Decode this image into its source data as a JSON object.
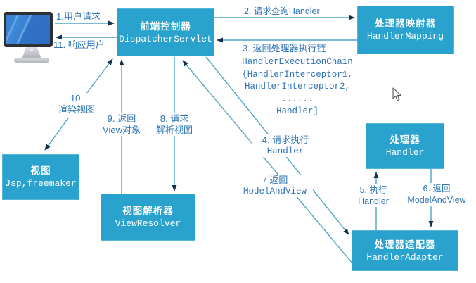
{
  "diagram_title": "Spring MVC DispatcherServlet request flow",
  "colors": {
    "node_fill": "#29A3CD",
    "node_text": "#FFFFFF",
    "line": "#4CA6C6",
    "arrowhead": "#14304D",
    "label_text": "#2E74B5",
    "background": "#FFFFFF",
    "monitor_screen": "#3B80D2"
  },
  "nodes": {
    "dispatcher": {
      "title": "前端控制器",
      "subtitle": "DispatcherServlet"
    },
    "handler_mapping": {
      "title": "处理器映射器",
      "subtitle": "HandlerMapping"
    },
    "handler": {
      "title": "处理器",
      "subtitle": "Handler"
    },
    "handler_adapter": {
      "title": "处理器适配器",
      "subtitle": "HandlerAdapter"
    },
    "view_resolver": {
      "title": "视图解析器",
      "subtitle": "ViewResolver"
    },
    "view": {
      "title": "视图",
      "subtitle": "Jsp,freemaker"
    }
  },
  "steps": {
    "s1": {
      "t1": "1.用户请求"
    },
    "s2": {
      "t1": "2. 请求查询Handler"
    },
    "s3": {
      "t1": "3. 返回处理器执行链",
      "t2": "HandlerExecutionChain",
      "t3": "{HandlerInterceptor1,",
      "t4": "HandlerInterceptor2,",
      "t5": "......",
      "t6": "Handler]"
    },
    "s4": {
      "t1": "4. 请求执行",
      "t2": "Handler"
    },
    "s5": {
      "t1": "5. 执行",
      "t2": "Handler"
    },
    "s6": {
      "t1": "6. 返回",
      "t2": "ModelAndView"
    },
    "s7": {
      "t1": "7 返回",
      "t2": "ModelAndView"
    },
    "s8": {
      "t1": "8. 请求",
      "t2": "解析视图"
    },
    "s9": {
      "t1": "9. 返回",
      "t2": "View对象"
    },
    "s10": {
      "t1": "10.",
      "t2": "渲染视图"
    },
    "s11": {
      "t1": "11. 响应用户"
    }
  }
}
